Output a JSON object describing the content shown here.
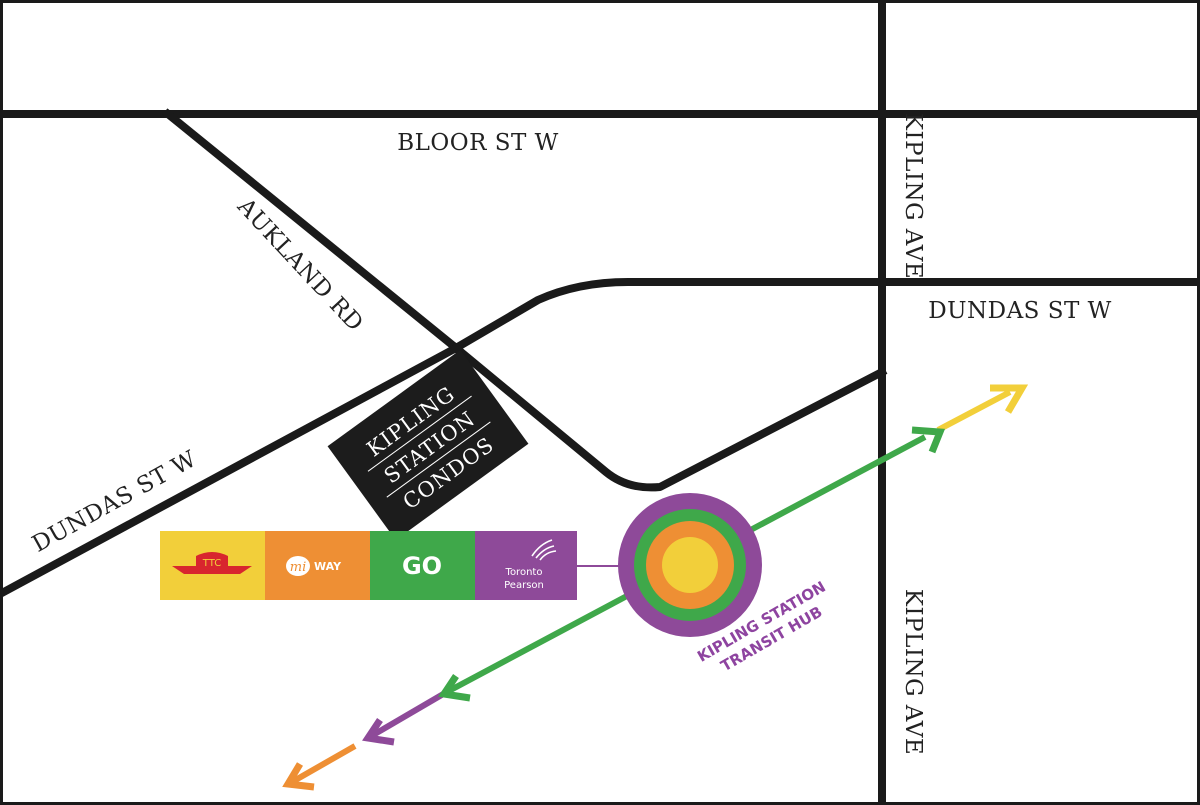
{
  "streets": {
    "bloor": "BLOOR ST W",
    "kipling_north": "KIPLING AVE",
    "kipling_south": "KIPLING AVE",
    "dundas_east": "DUNDAS ST W",
    "dundas_west": "DUNDAS ST W",
    "aukland": "AUKLAND RD"
  },
  "property": {
    "line1": "KIPLING",
    "line2": "STATION",
    "line3": "CONDOS"
  },
  "transit_hub": {
    "line1": "KIPLING STATION",
    "line2": "TRANSIT HUB"
  },
  "transit_logos": [
    {
      "name": "TTC",
      "color": "#f2cf3a"
    },
    {
      "name": "MiWay",
      "text": "WAY",
      "color": "#ee8f34"
    },
    {
      "name": "GO",
      "text": "GO",
      "color": "#3fa84a"
    },
    {
      "name": "Toronto Pearson",
      "text_line1": "Toronto",
      "text_line2": "Pearson",
      "color": "#8e4a99"
    }
  ],
  "colors": {
    "road": "#1a1a1a",
    "yellow": "#f2cf3a",
    "orange": "#ee8f34",
    "green": "#3fa84a",
    "purple": "#8e4a99",
    "condo_box": "#1c1c1c"
  }
}
